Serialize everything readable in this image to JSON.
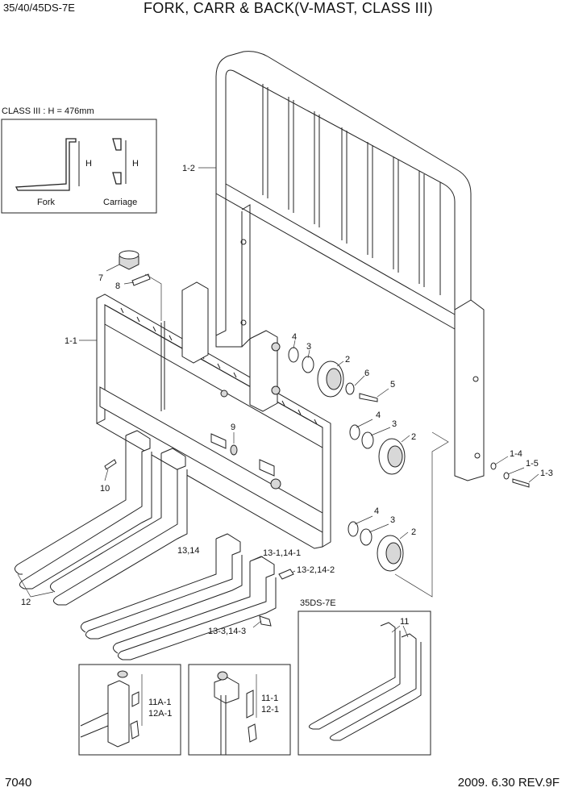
{
  "header": {
    "model": "35/40/45DS-7E",
    "title": "FORK, CARR & BACK(V-MAST, CLASS III)"
  },
  "inset_class": {
    "caption": "CLASS III : H = 476mm",
    "h_label_fork": "H",
    "h_label_carriage": "H",
    "fork_label": "Fork",
    "carriage_label": "Carriage"
  },
  "inset_35ds": {
    "caption": "35DS-7E"
  },
  "callouts": {
    "c1_2": "1-2",
    "c1_1": "1-1",
    "c7": "7",
    "c8": "8",
    "c4a": "4",
    "c3a": "3",
    "c2a": "2",
    "c6": "6",
    "c5": "5",
    "c4b": "4",
    "c3b": "3",
    "c2b": "2",
    "c9": "9",
    "c10": "10",
    "c1_4": "1-4",
    "c1_5": "1-5",
    "c1_3": "1-3",
    "c4c": "4",
    "c3c": "3",
    "c2c": "2",
    "c13_14": "13,14",
    "c13_1": "13-1,14-1",
    "c13_2": "13-2,14-2",
    "c13_3": "13-3,14-3",
    "c12": "12",
    "c11": "11",
    "c11a_1": "11A-1",
    "c12a_1": "12A-1",
    "c11_1": "11-1",
    "c12_1": "12-1"
  },
  "footer": {
    "page": "7040",
    "revision": "2009. 6.30 REV.9F"
  }
}
